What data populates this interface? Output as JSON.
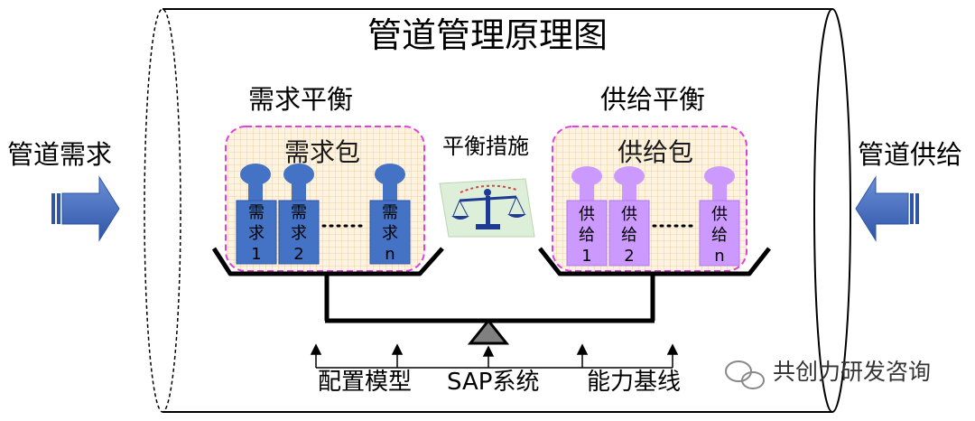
{
  "title": "管道管理原理图",
  "left_section": {
    "pipeline_label": "管道需求",
    "balance_label": "需求平衡",
    "package_label": "需求包",
    "weights": [
      {
        "line1": "需",
        "line2": "求",
        "line3": "1"
      },
      {
        "line1": "需",
        "line2": "求",
        "line3": "2"
      },
      {
        "line1": "需",
        "line2": "求",
        "line3": "n"
      }
    ],
    "weight_color": "#4472C4"
  },
  "right_section": {
    "pipeline_label": "管道供给",
    "balance_label": "供给平衡",
    "package_label": "供给包",
    "weights": [
      {
        "line1": "供",
        "line2": "给",
        "line3": "1"
      },
      {
        "line1": "供",
        "line2": "给",
        "line3": "2"
      },
      {
        "line1": "供",
        "line2": "给",
        "line3": "n"
      }
    ],
    "weight_color": "#CC99FF"
  },
  "center": {
    "measures_label": "平衡措施",
    "icon": "scales-icon"
  },
  "bottom": {
    "labels": [
      "配置模型",
      "SAP系统",
      "能力基线"
    ]
  },
  "watermark": "共创力研发咨询",
  "colors": {
    "package_border": "#E040E0",
    "package_fill": "#FDF0D8",
    "arrow_blue": "#4472C4"
  }
}
